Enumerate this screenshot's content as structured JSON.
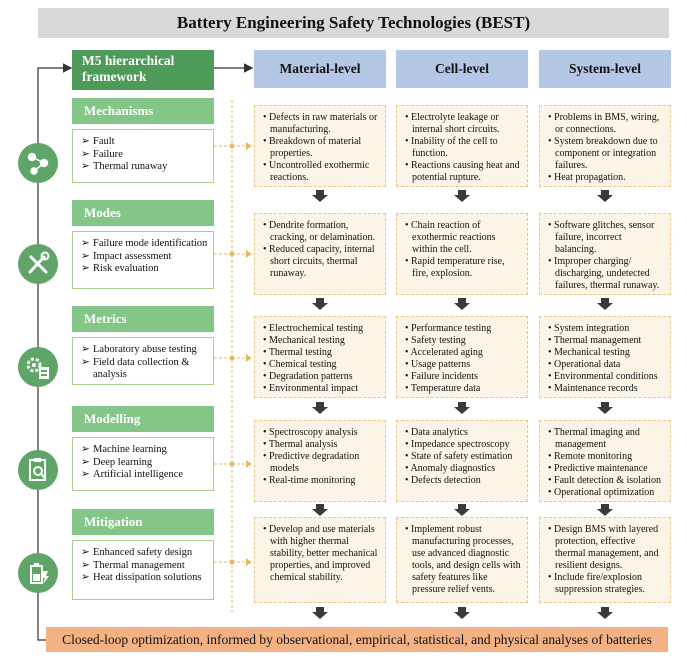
{
  "title": "Battery Engineering Safety Technologies (BEST)",
  "framework_label": "M5 hierarchical framework",
  "columns": [
    "Material-level",
    "Cell-level",
    "System-level"
  ],
  "sections": [
    {
      "name": "Mechanisms",
      "items": [
        "Fault",
        "Failure",
        "Thermal runaway"
      ]
    },
    {
      "name": "Modes",
      "items": [
        "Failure mode identification",
        "Impact assessment",
        "Risk evaluation"
      ]
    },
    {
      "name": "Metrics",
      "items": [
        "Laboratory abuse testing",
        "Field data collection & analysis"
      ]
    },
    {
      "name": "Modelling",
      "items": [
        "Machine learning",
        "Deep learning",
        "Artificial intelligence"
      ]
    },
    {
      "name": "Mitigation",
      "items": [
        "Enhanced safety design",
        "Thermal management",
        "Heat dissipation solutions"
      ]
    }
  ],
  "grid": [
    [
      [
        "Defects in raw materials or manufacturing.",
        "Breakdown of material properties.",
        "Uncontrolled exothermic reactions."
      ],
      [
        "Electrolyte leakage or internal short circuits.",
        "Inability of the cell to function.",
        "Reactions causing heat and potential rupture."
      ],
      [
        "Problems in BMS, wiring, or connections.",
        "System breakdown due to component or integration failures.",
        "Heat propagation."
      ]
    ],
    [
      [
        "Dendrite formation, cracking, or delamination.",
        "Reduced capacity, internal short circuits, thermal runaway."
      ],
      [
        "Chain reaction of exothermic reactions within the cell.",
        "Rapid temperature rise, fire, explosion."
      ],
      [
        "Software glitches, sensor failure, incorrect balancing.",
        "Improper charging/ discharging, undetected failures, thermal runaway."
      ]
    ],
    [
      [
        "Electrochemical testing",
        "Mechanical testing",
        "Thermal testing",
        "Chemical testing",
        "Degradation patterns",
        "Environmental impact"
      ],
      [
        "Performance testing",
        "Safety testing",
        "Accelerated aging",
        "Usage patterns",
        "Failure incidents",
        "Temperature data"
      ],
      [
        "System integration",
        "Thermal management",
        "Mechanical testing",
        "Operational data",
        "Environmental conditions",
        "Maintenance records"
      ]
    ],
    [
      [
        "Spectroscopy analysis",
        "Thermal analysis",
        "Predictive degradation models",
        "Real-time monitoring"
      ],
      [
        "Data analytics",
        "Impedance spectroscopy",
        "State of safety estimation",
        "Anomaly diagnostics",
        "Defects detection"
      ],
      [
        "Thermal imaging and management",
        "Remote monitoring",
        "Predictive maintenance",
        "Fault detection & isolation",
        "Operational optimization"
      ]
    ],
    [
      [
        "Develop and use materials with higher thermal stability, better mechanical properties, and improved chemical stability."
      ],
      [
        "Implement robust manufacturing processes, use advanced diagnostic tools, and design cells with safety features like pressure relief vents."
      ],
      [
        "Design BMS with layered protection, effective thermal management, and resilient designs.",
        "Include fire/explosion suppression strategies."
      ]
    ]
  ],
  "footer": "Closed-loop optimization, informed by observational, empirical, statistical, and physical analyses of batteries",
  "icons": [
    "network-nodes-icon",
    "tools-icon",
    "gear-battery-icon",
    "clipboard-inspect-icon",
    "battery-protect-icon"
  ],
  "colors": {
    "green_dark": "#4e9a59",
    "green_light": "#84c688",
    "blue_header": "#b4c7e7",
    "cell_bg": "#fcf5e7",
    "footer": "#f4b183",
    "connector": "#e5b96a"
  }
}
